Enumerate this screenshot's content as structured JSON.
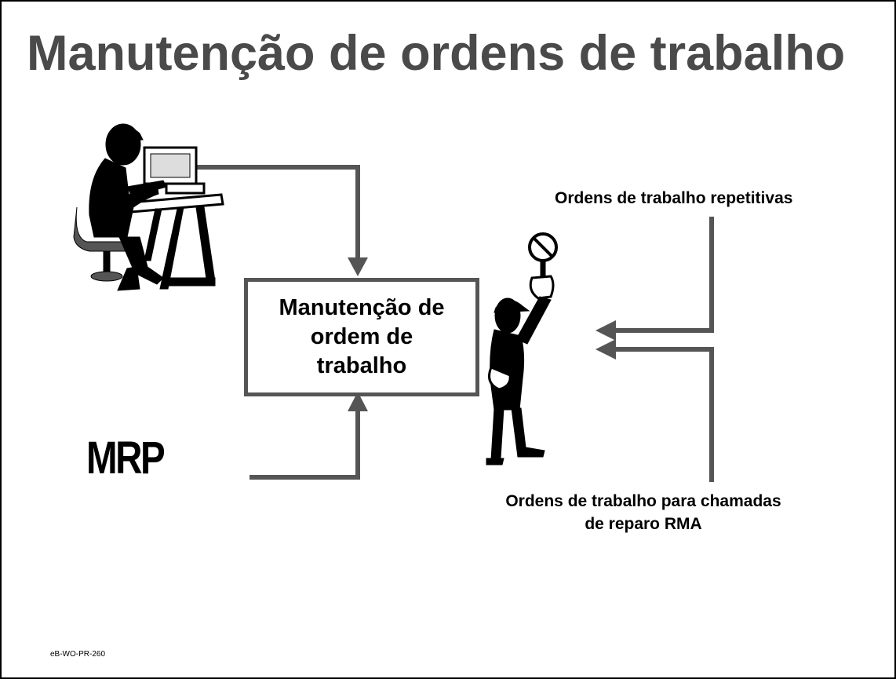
{
  "slide": {
    "title": "Manutenção de ordens de trabalho",
    "center_box": {
      "line1": "Manutenção de",
      "line2": "ordem de",
      "line3": "trabalho"
    },
    "mrp_label": "MRP",
    "repetitive_label": "Ordens de trabalho repetitivas",
    "rma_label_line1": "Ordens de trabalho para chamadas",
    "rma_label_line2": "de reparo RMA",
    "footer_code": "eB-WO-PR-260"
  },
  "colors": {
    "title": "#4a4a4a",
    "arrows": "#555555",
    "figures": "#000000"
  },
  "icons": [
    "person-at-computer-clipart",
    "person-with-stop-sign-clipart"
  ]
}
